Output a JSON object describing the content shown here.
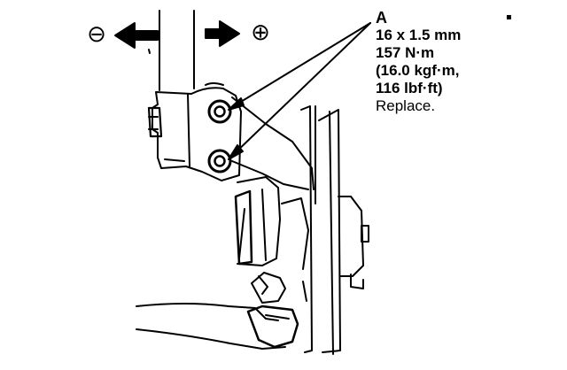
{
  "callout": {
    "letter": "A",
    "size": "16 x 1.5 mm",
    "torque_nm": "157 N·m",
    "torque_kgfm": "(16.0 kgf·m,",
    "torque_lbfft": "116 lbf·ft)",
    "note": "Replace."
  },
  "direction": {
    "minus_symbol": "⊖",
    "plus_symbol": "⊕"
  },
  "corner_mark": "▪"
}
